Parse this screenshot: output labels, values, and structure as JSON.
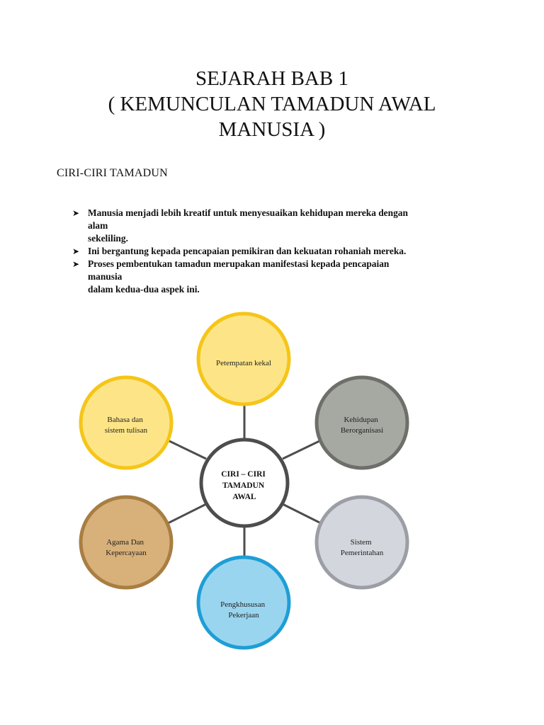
{
  "title": {
    "line1": "SEJARAH BAB 1",
    "line2": "( KEMUNCULAN TAMADUN AWAL",
    "line3": "MANUSIA )"
  },
  "section_heading": "CIRI-CIRI TAMADUN",
  "bullets": [
    {
      "icon": "arrow-bullet-icon",
      "lines": [
        "Manusia menjadi lebih kreatif untuk menyesuaikan kehidupan mereka dengan",
        "alam",
        "sekeliling."
      ]
    },
    {
      "icon": "arrow-bullet-icon",
      "lines": [
        "Ini bergantung kepada pencapaian pemikiran dan kekuatan rohaniah mereka."
      ]
    },
    {
      "icon": "arrow-bullet-icon",
      "lines": [
        "Proses pembentukan tamadun merupakan manifestasi kepada pencapaian",
        "manusia",
        "dalam kedua-dua aspek ini."
      ]
    }
  ],
  "diagram": {
    "center": {
      "lines": [
        "CIRI – CIRI",
        "TAMADUN",
        "AWAL"
      ],
      "stroke": "#4d4d4d",
      "fill": "#ffffff"
    },
    "nodes": [
      {
        "id": "petempatan",
        "lines": [
          "Petempatan kekal"
        ],
        "fill": "#fde587",
        "stroke": "#f5c518"
      },
      {
        "id": "kehidupan",
        "lines": [
          "Kehidupan",
          "Berorganisasi"
        ],
        "fill": "#a6a8a2",
        "stroke": "#6e6f6a"
      },
      {
        "id": "sistem",
        "lines": [
          "Sistem",
          "Pemerintahan"
        ],
        "fill": "#d3d6dc",
        "stroke": "#9b9ea4"
      },
      {
        "id": "pengkhususan",
        "lines": [
          "Pengkhususan",
          "Pekerjaan"
        ],
        "fill": "#9ad5ef",
        "stroke": "#1e9ed6"
      },
      {
        "id": "agama",
        "lines": [
          "Agama Dan",
          "Kepercayaan"
        ],
        "fill": "#d8b07a",
        "stroke": "#a87e42"
      },
      {
        "id": "bahasa",
        "lines": [
          "Bahasa dan",
          "sistem tulisan"
        ],
        "fill": "#fde587",
        "stroke": "#f5c518"
      }
    ]
  }
}
